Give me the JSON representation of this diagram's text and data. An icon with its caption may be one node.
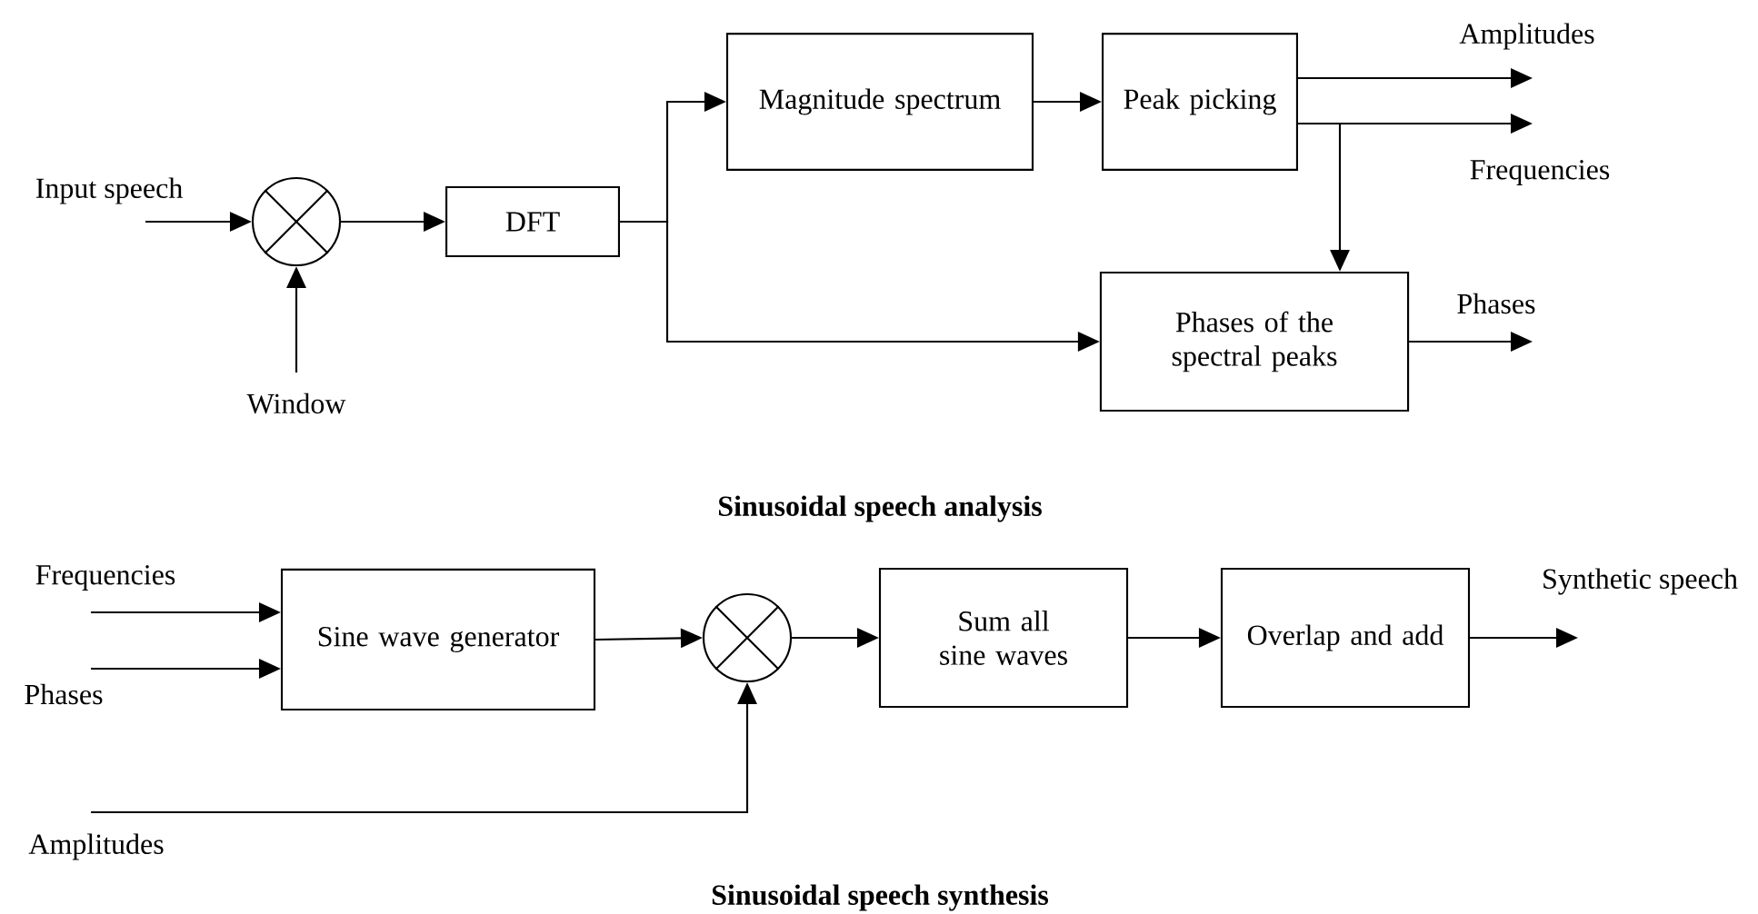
{
  "diagram": {
    "nodes": [
      {
        "text": [
          "Input speech"
        ]
      },
      {
        "text": [],
        "shape": "circle"
      },
      {
        "text": [
          "Window"
        ]
      },
      {
        "text": [
          "DFT"
        ]
      },
      {
        "text": [
          "Magnitude spectrum"
        ]
      },
      {
        "text": [
          "Peak picking"
        ]
      },
      {
        "text": [
          "Phases of the spectral peaks"
        ]
      },
      {
        "text": [
          "Amplitudes"
        ]
      },
      {
        "text": [
          "Frequencies"
        ]
      },
      {
        "text": [
          "Phases"
        ]
      },
      {
        "text": [
          "Frequencies"
        ]
      },
      {
        "text": [
          "Phases"
        ]
      },
      {
        "text": [
          "Sine wave generator"
        ]
      },
      {
        "text": [],
        "shape": "circle"
      },
      {
        "text": [
          "Amplitudes"
        ]
      },
      {
        "text": [
          "Sum all sine waves"
        ]
      },
      {
        "text": [
          "Overlap and add"
        ]
      },
      {
        "text": [
          "Synthetic speech"
        ]
      }
    ],
    "edges": [
      {
        "from": 0,
        "to": 1,
        "arrow": "to"
      },
      {
        "from": 2,
        "to": 1,
        "arrow": "to"
      },
      {
        "from": 1,
        "to": 3,
        "arrow": "to"
      },
      {
        "from": 3,
        "to": 4,
        "arrow": "to"
      },
      {
        "from": 3,
        "to": 6,
        "arrow": "to"
      },
      {
        "from": 4,
        "to": 5,
        "arrow": "to"
      },
      {
        "from": 5,
        "to": 7,
        "arrow": "to"
      },
      {
        "from": 5,
        "to": 8,
        "arrow": "to"
      },
      {
        "from": 5,
        "to": 6,
        "arrow": "to"
      },
      {
        "from": 6,
        "to": 9,
        "arrow": "to"
      },
      {
        "from": 10,
        "to": 12,
        "arrow": "to"
      },
      {
        "from": 11,
        "to": 12,
        "arrow": "to"
      },
      {
        "from": 12,
        "to": 13,
        "arrow": "to"
      },
      {
        "from": 14,
        "to": 13,
        "arrow": "to"
      },
      {
        "from": 13,
        "to": 15,
        "arrow": "to"
      },
      {
        "from": 15,
        "to": 16,
        "arrow": "to"
      },
      {
        "from": 16,
        "to": 17,
        "arrow": "to"
      }
    ],
    "labels": [
      "Sinusoidal speech analysis",
      "Sinusoidal speech synthesis"
    ]
  }
}
